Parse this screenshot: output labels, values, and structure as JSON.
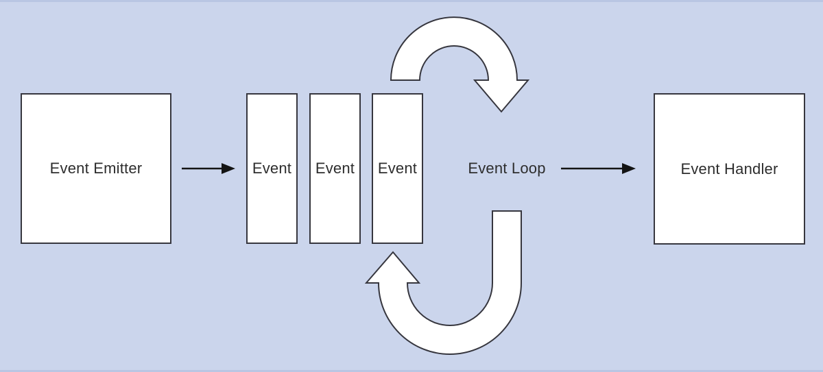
{
  "colors": {
    "background": "#cbd5ec",
    "edge_band": "#b9c6e3",
    "node_fill": "#ffffff",
    "node_border": "#36363e",
    "text": "#2d2d2d",
    "straight_arrow": "#141414",
    "loop_arrow_fill": "#ffffff",
    "loop_arrow_stroke": "#36363e"
  },
  "nodes": {
    "emitter": {
      "label": "Event Emitter"
    },
    "queue": [
      {
        "label": "Event"
      },
      {
        "label": "Event"
      },
      {
        "label": "Event"
      }
    ],
    "loop": {
      "label": "Event Loop"
    },
    "handler": {
      "label": "Event Handler"
    }
  },
  "connections": [
    {
      "from": "Event Emitter",
      "to": "Event queue",
      "type": "straight-arrow-right"
    },
    {
      "from": "Event Loop",
      "to": "Event Handler",
      "type": "straight-arrow-right"
    },
    {
      "around": "Event Loop",
      "type": "circular-cycle-arrows"
    }
  ]
}
